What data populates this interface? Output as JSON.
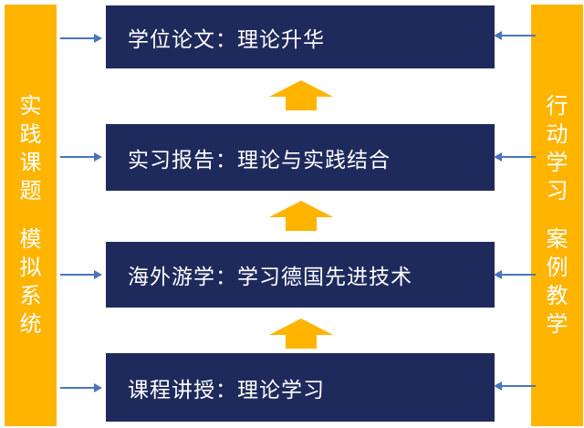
{
  "left_bar": {
    "groups": [
      [
        "实",
        "践",
        "课",
        "题"
      ],
      [
        "模",
        "拟",
        "系",
        "统"
      ]
    ]
  },
  "right_bar": {
    "groups": [
      [
        "行",
        "动",
        "学",
        "习"
      ],
      [
        "案",
        "例",
        "教",
        "学"
      ]
    ]
  },
  "stages": [
    {
      "label": "学位论文：理论升华"
    },
    {
      "label": "实习报告：理论与实践结合"
    },
    {
      "label": "海外游学：学习德国先进技术"
    },
    {
      "label": "课程讲授：理论学习"
    }
  ],
  "colors": {
    "box_fill": "#1F2A5C",
    "accent_orange": "#FFB400",
    "arrow_blue": "#4A76B8",
    "text": "#FFFFFF"
  }
}
